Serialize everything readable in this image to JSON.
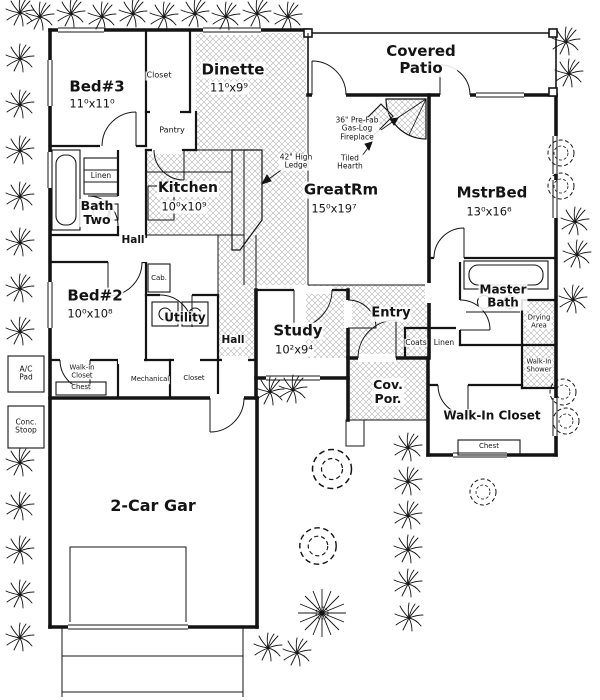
{
  "rooms": {
    "bed3": {
      "name": "Bed#3",
      "dims": "11⁰x11⁰"
    },
    "dinette": {
      "name": "Dinette",
      "dims": "11⁰x9⁹"
    },
    "covered_patio": {
      "name": "Covered\nPatio"
    },
    "kitchen": {
      "name": "Kitchen",
      "dims": "10⁰x10⁹"
    },
    "great_rm": {
      "name": "GreatRm",
      "dims": "15⁰x19⁷"
    },
    "mstr_bed": {
      "name": "MstrBed",
      "dims": "13⁰x16⁶"
    },
    "bath_two": {
      "name": "Bath\nTwo"
    },
    "bed2": {
      "name": "Bed#2",
      "dims": "10⁰x10⁸"
    },
    "utility": {
      "name": "Utility"
    },
    "study": {
      "name": "Study",
      "dims": "10²x9⁴"
    },
    "entry": {
      "name": "Entry"
    },
    "master_bath": {
      "name": "Master\nBath"
    },
    "cov_por": {
      "name": "Cov.\nPor."
    },
    "walk_in_closet": {
      "name": "Walk-In Closet"
    },
    "garage": {
      "name": "2-Car Gar"
    }
  },
  "annotations": {
    "closet_top": "Closet",
    "pantry": "Pantry",
    "linen_upper": "Linen",
    "hall_upper": "Hall",
    "hall_lower": "Hall",
    "cab": "Cab.",
    "high_ledge": "42\" High\nLedge",
    "fireplace": "36\" Pre-Fab\nGas-Log\nFireplace",
    "tiled_hearth": "Tiled\nHearth",
    "coats": "Coats",
    "linen_lower": "Linen",
    "drying_area": "Drying\nArea",
    "walk_in_shower": "Walk-In\nShower",
    "chest_right": "Chest",
    "walk_in_closet_small": "Walk-in\nCloset",
    "chest_left": "Chest",
    "mechanical": "Mechanical",
    "closet_lower": "Closet",
    "ac_pad": "A/C\nPad",
    "conc_stoop": "Conc.\nStoop"
  },
  "style": {
    "ink": "#141414",
    "hatch": "#b5b5b5",
    "paper": "#ffffff"
  }
}
